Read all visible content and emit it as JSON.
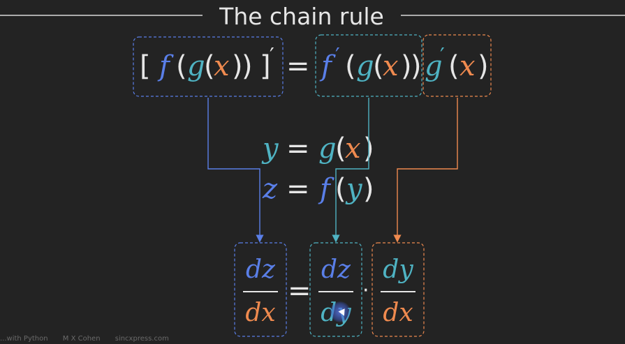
{
  "slide": {
    "title": "The chain rule"
  },
  "colors": {
    "background": "#232323",
    "text": "#e6e6e6",
    "f_blue": "#5a7fe8",
    "g_teal": "#4fb3c3",
    "x_orange": "#ef8a4f",
    "rule": "#d9d9d9"
  },
  "top_equation": {
    "lhs": {
      "open_bracket": "[",
      "f": "f",
      "open1": "(",
      "g": "g",
      "open2": "(",
      "x": "x",
      "close2": ")",
      "close1": ")",
      "close_bracket": "]",
      "prime": "′"
    },
    "equals": "=",
    "term1": {
      "f": "f",
      "prime": "′",
      "open1": "(",
      "g": "g",
      "open2": "(",
      "x": "x",
      "close2": ")",
      "close1": ")"
    },
    "term2": {
      "g": "g",
      "prime": "′",
      "open": "(",
      "x": "x",
      "close": ")"
    }
  },
  "definitions": {
    "line1": {
      "y": "y",
      "equals": "=",
      "g": "g",
      "open": "(",
      "x": "x",
      "close": ")"
    },
    "line2": {
      "z": "z",
      "equals": "=",
      "f": "f",
      "open": "(",
      "y": "y",
      "close": ")"
    }
  },
  "bottom_equation": {
    "frac1": {
      "num": "dz",
      "den": "dx"
    },
    "equals": "=",
    "frac2": {
      "num": "dz",
      "den": "dy"
    },
    "dot": "·",
    "frac3": {
      "num": "dy",
      "den": "dx"
    }
  },
  "footer": {
    "left": "...with Python",
    "middle": "M X Cohen",
    "right": "sincxpress.com"
  }
}
